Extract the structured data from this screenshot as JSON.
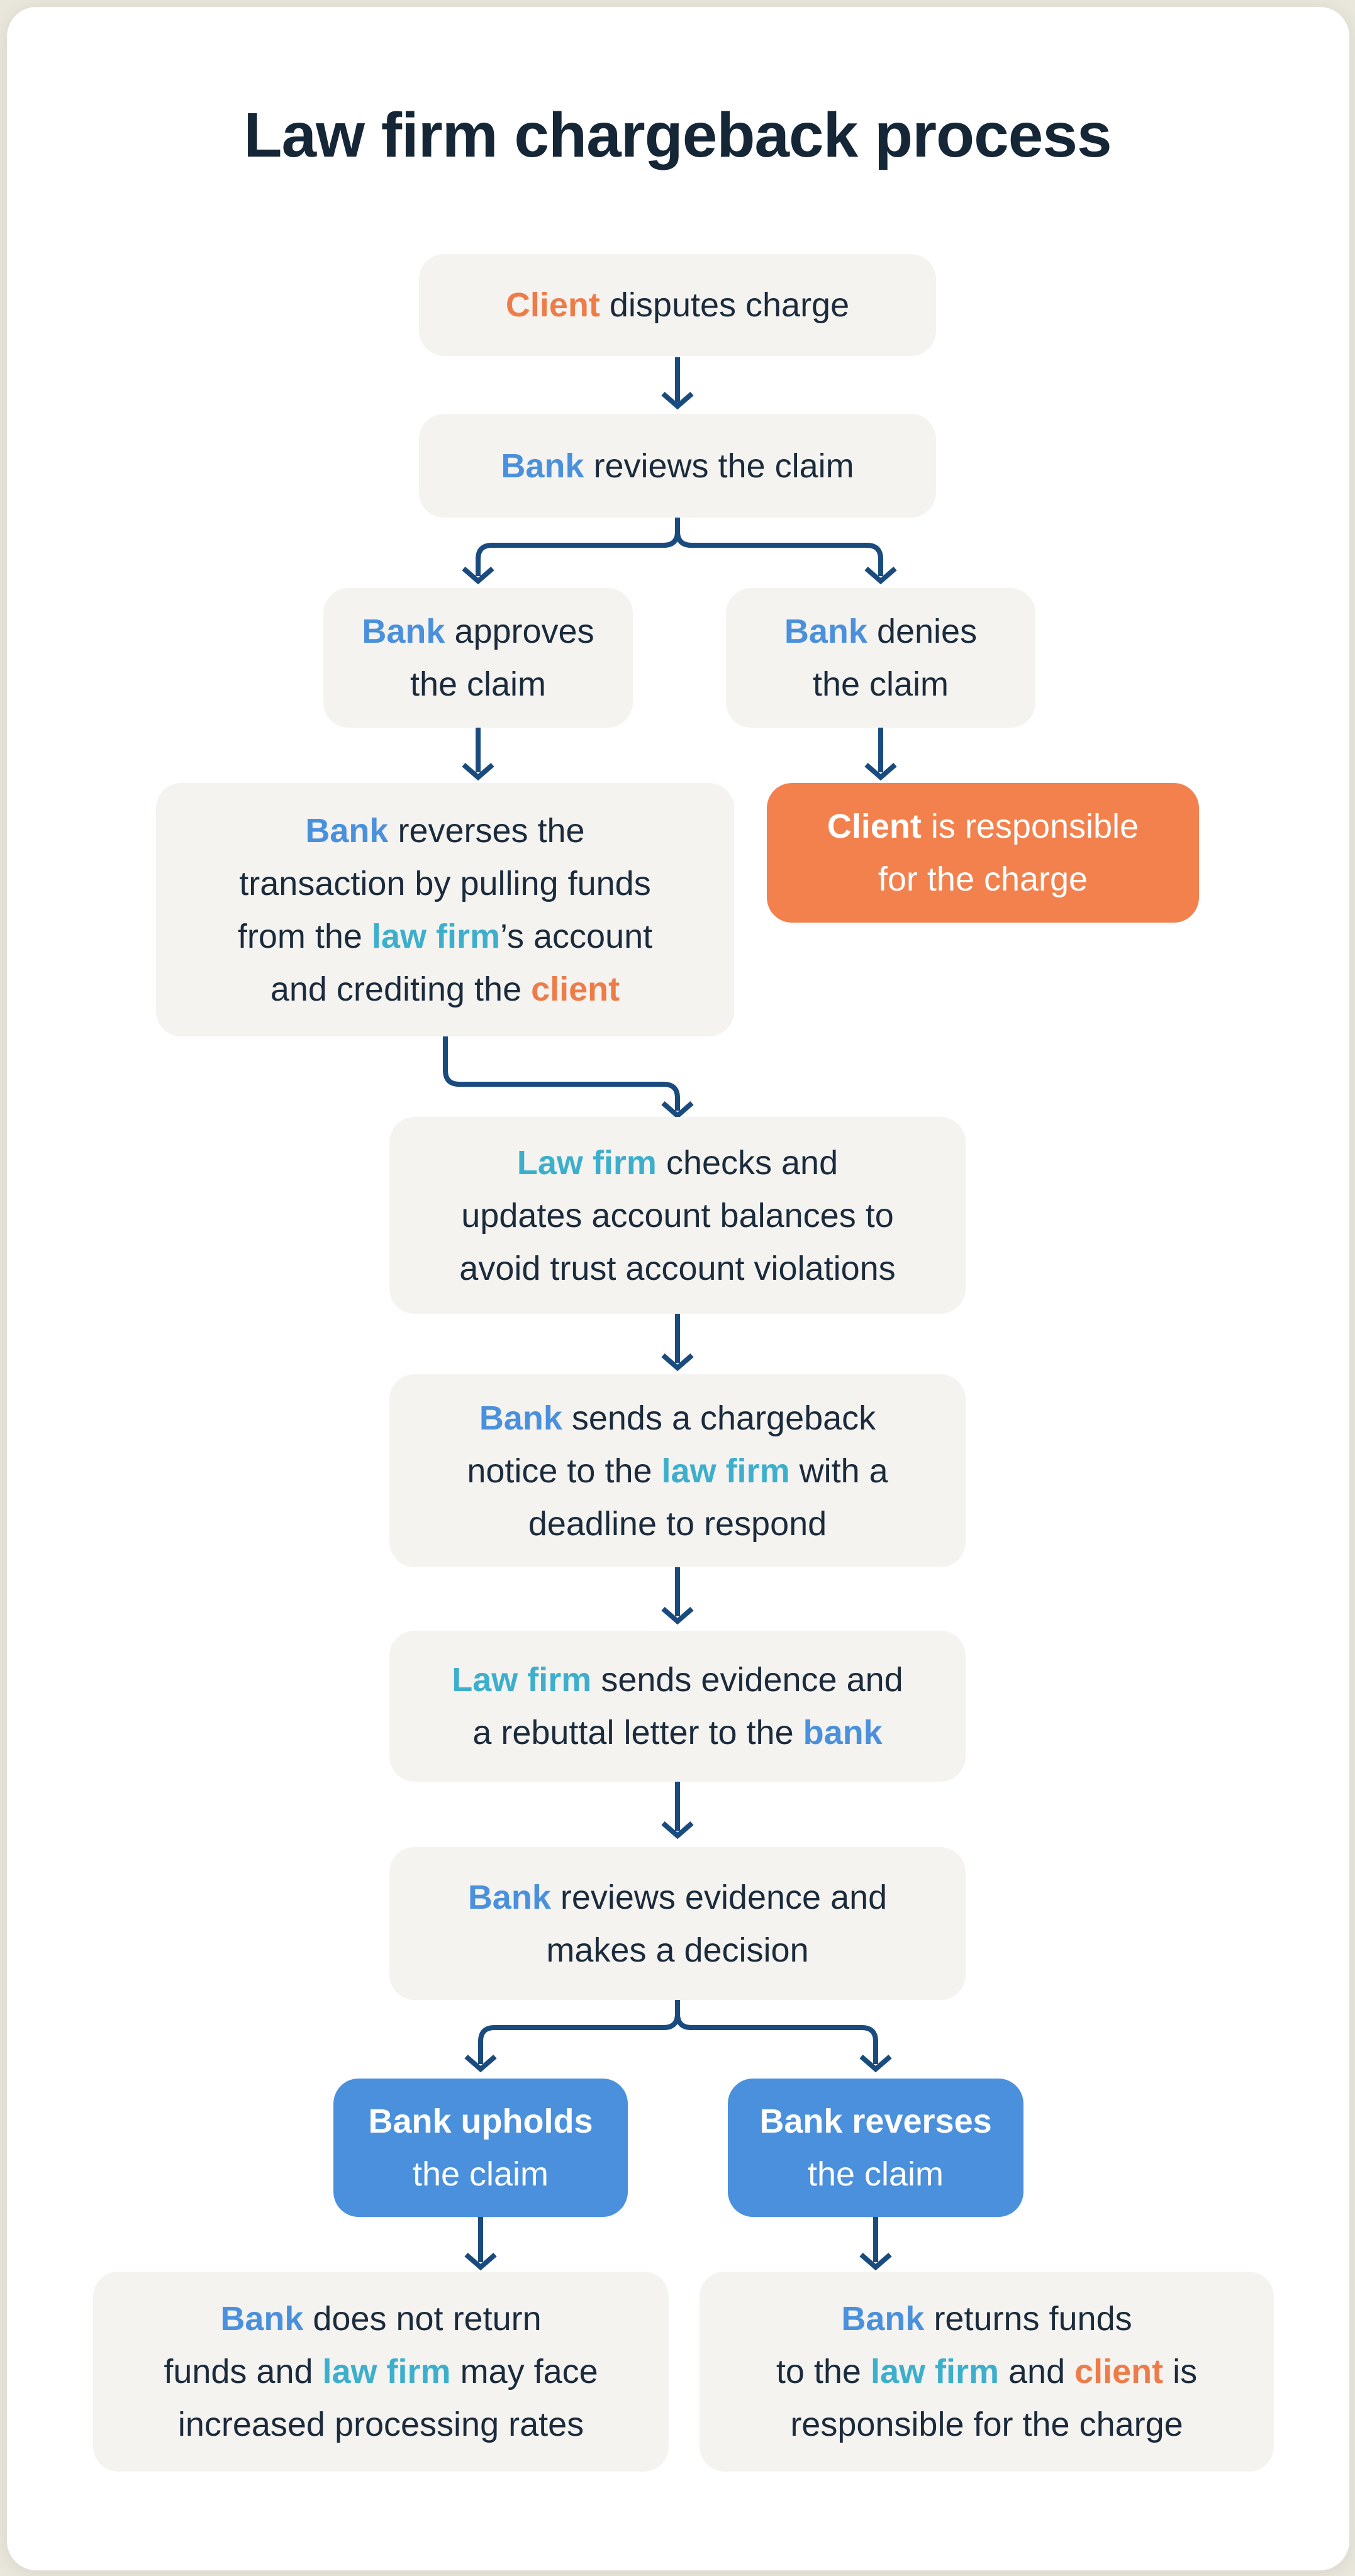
{
  "title": "Law firm chargeback process",
  "accent_colors": {
    "client_orange": "#EE7C49",
    "bank_blue": "#4A90DC",
    "law_firm_teal": "#3DAFCC",
    "navy_text": "#1B2B3C",
    "connector_navy": "#1A4B7E",
    "orange_box": "#F2814E",
    "blue_box": "#4A90DC",
    "gray_box": "#F4F3F0",
    "page_cream": "#E9E6DC"
  },
  "boxes": {
    "b1": {
      "lines": [
        [
          {
            "t": "Client",
            "c": "orange"
          },
          {
            "t": " disputes charge",
            "c": "navy"
          }
        ]
      ]
    },
    "b2": {
      "lines": [
        [
          {
            "t": "Bank",
            "c": "blue"
          },
          {
            "t": " reviews the claim",
            "c": "navy"
          }
        ]
      ]
    },
    "b3": {
      "lines": [
        [
          {
            "t": "Bank",
            "c": "blue"
          },
          {
            "t": " approves",
            "c": "navy"
          }
        ],
        [
          {
            "t": "the claim",
            "c": "navy"
          }
        ]
      ]
    },
    "b4": {
      "lines": [
        [
          {
            "t": "Bank",
            "c": "blue"
          },
          {
            "t": " denies",
            "c": "navy"
          }
        ],
        [
          {
            "t": "the claim",
            "c": "navy"
          }
        ]
      ]
    },
    "b5": {
      "lines": [
        [
          {
            "t": "Bank",
            "c": "blue"
          },
          {
            "t": " reverses the",
            "c": "navy"
          }
        ],
        [
          {
            "t": "transaction by pulling funds",
            "c": "navy"
          }
        ],
        [
          {
            "t": "from the ",
            "c": "navy"
          },
          {
            "t": "law firm",
            "c": "teal"
          },
          {
            "t": "’s account",
            "c": "navy"
          }
        ],
        [
          {
            "t": "and crediting the ",
            "c": "navy"
          },
          {
            "t": "client",
            "c": "orange"
          }
        ]
      ]
    },
    "b6": {
      "lines": [
        [
          {
            "t": "Client",
            "c": "white-bold"
          },
          {
            "t": " is responsible",
            "c": "white"
          }
        ],
        [
          {
            "t": "for the charge",
            "c": "white"
          }
        ]
      ]
    },
    "b7": {
      "lines": [
        [
          {
            "t": "Law firm",
            "c": "teal"
          },
          {
            "t": " checks and",
            "c": "navy"
          }
        ],
        [
          {
            "t": "updates account balances to",
            "c": "navy"
          }
        ],
        [
          {
            "t": "avoid trust account violations",
            "c": "navy"
          }
        ]
      ]
    },
    "b8": {
      "lines": [
        [
          {
            "t": "Bank",
            "c": "blue"
          },
          {
            "t": " sends a chargeback",
            "c": "navy"
          }
        ],
        [
          {
            "t": "notice to the ",
            "c": "navy"
          },
          {
            "t": "law firm",
            "c": "teal"
          },
          {
            "t": " with a",
            "c": "navy"
          }
        ],
        [
          {
            "t": "deadline to respond",
            "c": "navy"
          }
        ]
      ]
    },
    "b9": {
      "lines": [
        [
          {
            "t": "Law firm",
            "c": "teal"
          },
          {
            "t": " sends evidence and",
            "c": "navy"
          }
        ],
        [
          {
            "t": "a rebuttal letter to the ",
            "c": "navy"
          },
          {
            "t": "bank",
            "c": "blue"
          }
        ]
      ]
    },
    "b10": {
      "lines": [
        [
          {
            "t": "Bank",
            "c": "blue"
          },
          {
            "t": " reviews evidence and",
            "c": "navy"
          }
        ],
        [
          {
            "t": "makes a decision",
            "c": "navy"
          }
        ]
      ]
    },
    "b11": {
      "lines": [
        [
          {
            "t": "Bank upholds",
            "c": "white-bold"
          }
        ],
        [
          {
            "t": "the claim",
            "c": "white"
          }
        ]
      ]
    },
    "b12": {
      "lines": [
        [
          {
            "t": "Bank reverses",
            "c": "white-bold"
          }
        ],
        [
          {
            "t": "the claim",
            "c": "white"
          }
        ]
      ]
    },
    "b13": {
      "lines": [
        [
          {
            "t": "Bank",
            "c": "blue"
          },
          {
            "t": " does not return",
            "c": "navy"
          }
        ],
        [
          {
            "t": "funds and ",
            "c": "navy"
          },
          {
            "t": "law firm",
            "c": "teal"
          },
          {
            "t": " may face",
            "c": "navy"
          }
        ],
        [
          {
            "t": "increased processing rates",
            "c": "navy"
          }
        ]
      ]
    },
    "b14": {
      "lines": [
        [
          {
            "t": "Bank",
            "c": "blue"
          },
          {
            "t": " returns funds",
            "c": "navy"
          }
        ],
        [
          {
            "t": "to the ",
            "c": "navy"
          },
          {
            "t": "law firm",
            "c": "teal"
          },
          {
            "t": " and ",
            "c": "navy"
          },
          {
            "t": "client",
            "c": "orange"
          },
          {
            "t": " is",
            "c": "navy"
          }
        ],
        [
          {
            "t": "responsible for the charge",
            "c": "navy"
          }
        ]
      ]
    }
  }
}
